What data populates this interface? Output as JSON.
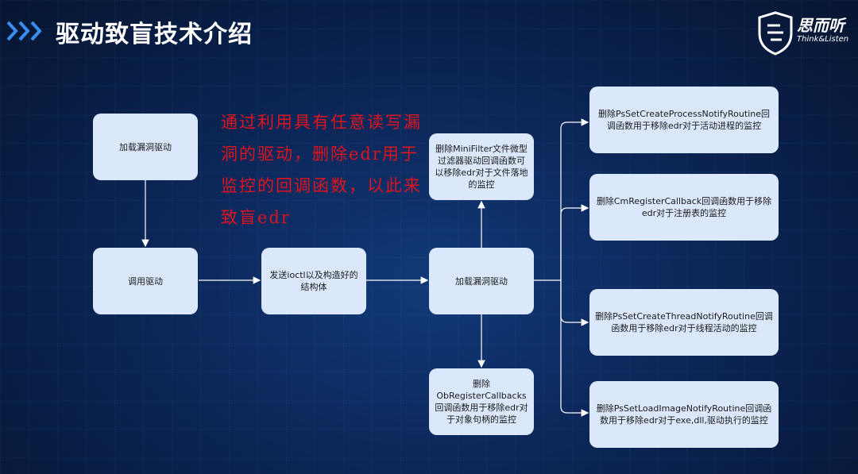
{
  "header": {
    "title": "驱动致盲技术介绍"
  },
  "logo": {
    "name": "思而听",
    "sub": "Think&Listen"
  },
  "annotation": "通过利用具有任意读写漏洞的驱动，删除edr用于监控的回调函数，以此来致盲edr",
  "nodes": {
    "load_vuln_driver_1": "加载漏洞驱动",
    "call_driver": "调用驱动",
    "send_ioctl": "发送ioctl以及构造好的结构体",
    "load_vuln_driver_2": "加载漏洞驱动",
    "minifilter": "删除MiniFilter文件微型过滤器驱动回调函数可以移除edr对于文件落地的监控",
    "obregister": "删除ObRegisterCallbacks回调函数用于移除edr对于对象句柄的监控",
    "process_notify": "删除PsSetCreateProcessNotifyRoutine回调函数用于移除edr对于活动进程的监控",
    "cm_register": "删除CmRegisterCallback回调函数用于移除edr对于注册表的监控",
    "thread_notify": "删除PsSetCreateThreadNotifyRoutine回调函数用于移除edr对于线程活动的监控",
    "load_image_notify": "删除PsSetLoadImageNotifyRoutine回调函数用于移除edr对于exe,dll,驱动执行的监控"
  }
}
